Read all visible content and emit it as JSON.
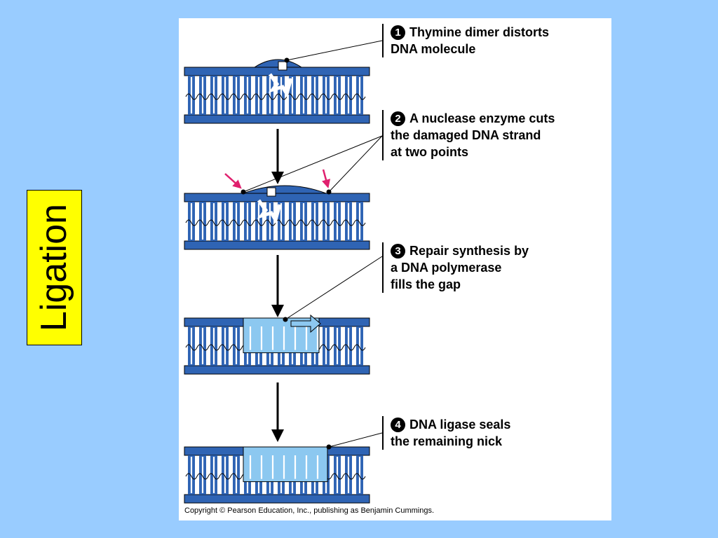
{
  "side_label": "Ligation",
  "steps": [
    {
      "number": "1",
      "lines": [
        "Thymine dimer distorts",
        "DNA molecule"
      ]
    },
    {
      "number": "2",
      "lines": [
        "A nuclease enzyme cuts",
        "the damaged DNA strand",
        "at two points"
      ]
    },
    {
      "number": "3",
      "lines": [
        "Repair synthesis by",
        "a DNA polymerase",
        "fills the gap"
      ]
    },
    {
      "number": "4",
      "lines": [
        "DNA ligase seals",
        "the remaining nick"
      ]
    }
  ],
  "copyright": "Copyright © Pearson Education, Inc., publishing as Benjamin Cummings.",
  "colors": {
    "background": "#99ccff",
    "label_bg": "#ffff00",
    "dna_blue": "#2f64b4",
    "repair_light_blue": "#8cc8f0",
    "cut_arrow": "#e0206e"
  }
}
